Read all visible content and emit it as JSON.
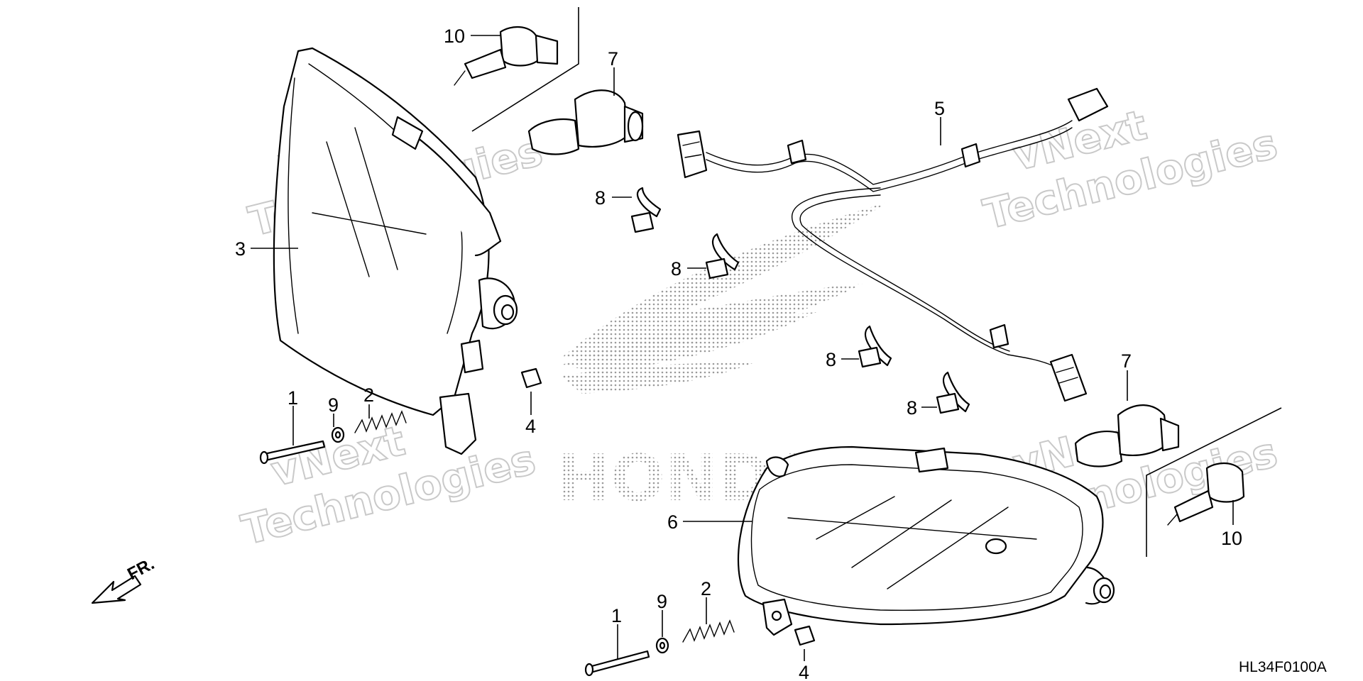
{
  "diagram": {
    "drawing_code": "HL34F0100A",
    "front_indicator": "FR.",
    "watermarks": [
      {
        "line1": "vNext",
        "line2": "Technologies"
      },
      {
        "line1": "vNext",
        "line2": "Technologies"
      },
      {
        "line1": "vNext",
        "line2": "Technologies"
      },
      {
        "line1": "vNext",
        "line2": "Technologies"
      }
    ],
    "logo_text": "HONDA",
    "callouts": {
      "c10_top": "10",
      "c7_top": "7",
      "c5": "5",
      "c3": "3",
      "c8_a": "8",
      "c8_b": "8",
      "c8_c": "8",
      "c8_d": "8",
      "c7_right": "7",
      "c4_left": "4",
      "c1_left": "1",
      "c9_left": "9",
      "c2_left": "2",
      "c6": "6",
      "c10_right": "10",
      "c1_bottom": "1",
      "c9_bottom": "9",
      "c2_bottom": "2",
      "c4_bottom": "4"
    }
  }
}
